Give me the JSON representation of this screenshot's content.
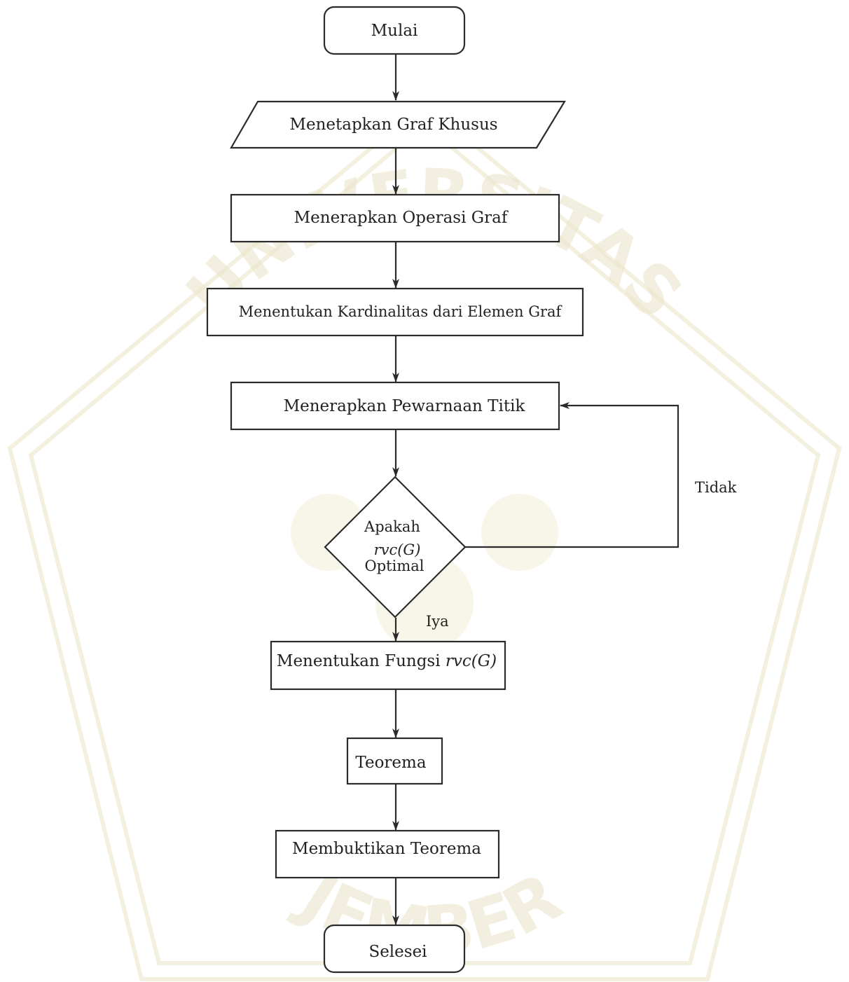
{
  "flowchart": {
    "start": "Mulai",
    "step_input": "Menetapkan Graf Khusus",
    "step_operation": "Menerapkan Operasi Graf",
    "step_cardinality": "Menentukan Kardinalitas dari Elemen Graf",
    "step_coloring": "Menerapkan Pewarnaan Titik",
    "decision": {
      "line1": "Apakah",
      "line2": "rvc(G)",
      "line3": "Optimal",
      "yes_label": "Iya",
      "no_label": "Tidak"
    },
    "step_function": {
      "text": "Menentukan Fungsi ",
      "math": "rvc(G)"
    },
    "step_theorem": "Teorema",
    "step_proof": "Membuktikan Teorema",
    "end": "Selesei"
  },
  "watermark": {
    "top_text": "UNIVERSITAS",
    "bottom_text": "JEMBER",
    "color": "#ece6cc"
  }
}
